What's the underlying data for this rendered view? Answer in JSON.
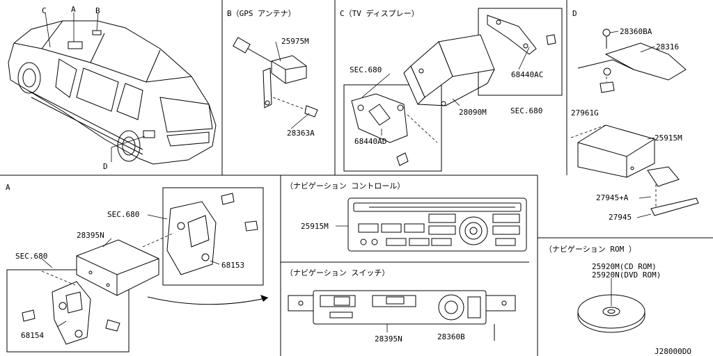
{
  "panels": {
    "vehicle": {
      "callouts": [
        "C",
        "A",
        "B",
        "D"
      ]
    },
    "gps": {
      "title": "B（GPS アンテナ）",
      "parts": [
        "25975M",
        "28363A"
      ]
    },
    "tv": {
      "title": "C（TV ディスプレー）",
      "parts": [
        "SEC.680",
        "68440AD",
        "68440AC",
        "28090M",
        "SEC.680"
      ]
    },
    "d": {
      "title": "D",
      "parts": [
        "28360BA",
        "28316",
        "27961G",
        "25915M",
        "27945+A",
        "27945"
      ]
    },
    "a": {
      "title": "A",
      "parts": [
        "SEC.680",
        "28395N",
        "SEC.680",
        "68153",
        "68154"
      ]
    },
    "nav_control": {
      "title": "（ナビゲーション コントロール）",
      "parts": [
        "25915M"
      ]
    },
    "nav_switch": {
      "title": "（ナビゲーション スイッチ）",
      "parts": [
        "28395N",
        "28360B"
      ]
    },
    "nav_rom": {
      "title": "（ナビゲーション ROM ）",
      "parts": [
        "25920M(CD ROM)",
        "25920N(DVD ROM)"
      ]
    }
  },
  "drawing_code": "J28000DO"
}
